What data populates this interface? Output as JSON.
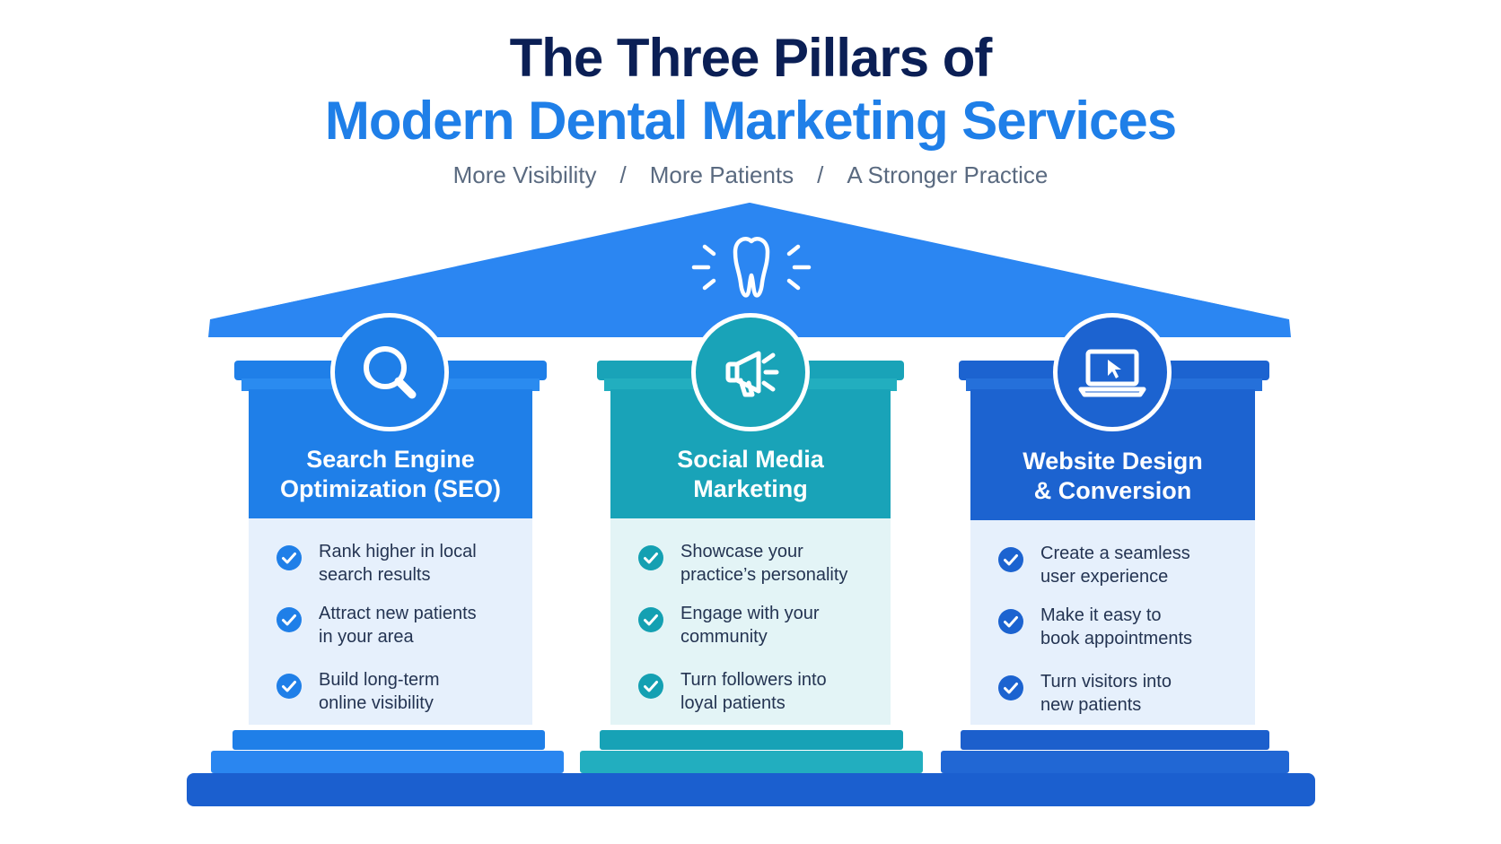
{
  "title": {
    "line1": "The Three Pillars of",
    "line2": "Modern Dental Marketing Services"
  },
  "tagline": [
    "More Visibility",
    "More Patients",
    "A Stronger Practice"
  ],
  "tagline_separator": "/",
  "pillars": [
    {
      "title_line1": "Search Engine",
      "title_line2": "Optimization (SEO)",
      "icon": "search-icon",
      "color": "#1f7fe8",
      "items": [
        {
          "line1": "Rank higher in local",
          "line2": "search results"
        },
        {
          "line1": "Attract new patients",
          "line2": "in your area"
        },
        {
          "line1": "Build long-term",
          "line2": "online visibility"
        }
      ]
    },
    {
      "title_line1": "Social Media",
      "title_line2": "Marketing",
      "icon": "megaphone-icon",
      "color": "#19a3b8",
      "items": [
        {
          "line1": "Showcase your",
          "line2": "practice’s personality"
        },
        {
          "line1": "Engage with your",
          "line2": "community"
        },
        {
          "line1": "Turn followers into",
          "line2": "loyal patients"
        }
      ]
    },
    {
      "title_line1": "Website Design",
      "title_line2": "& Conversion",
      "icon": "laptop-cursor-icon",
      "color": "#1c63d0",
      "items": [
        {
          "line1": "Create a seamless",
          "line2": "user experience"
        },
        {
          "line1": "Make it easy to",
          "line2": "book appointments"
        },
        {
          "line1": "Turn visitors into",
          "line2": "new patients"
        }
      ]
    }
  ],
  "colors": {
    "title_dark": "#0b1f55",
    "title_blue": "#1f7fe8",
    "roof": "#2b86f2",
    "item_bg_blue": "#e6f0fc",
    "item_bg_teal": "#e3f4f6",
    "base": "#1b5fcf"
  }
}
